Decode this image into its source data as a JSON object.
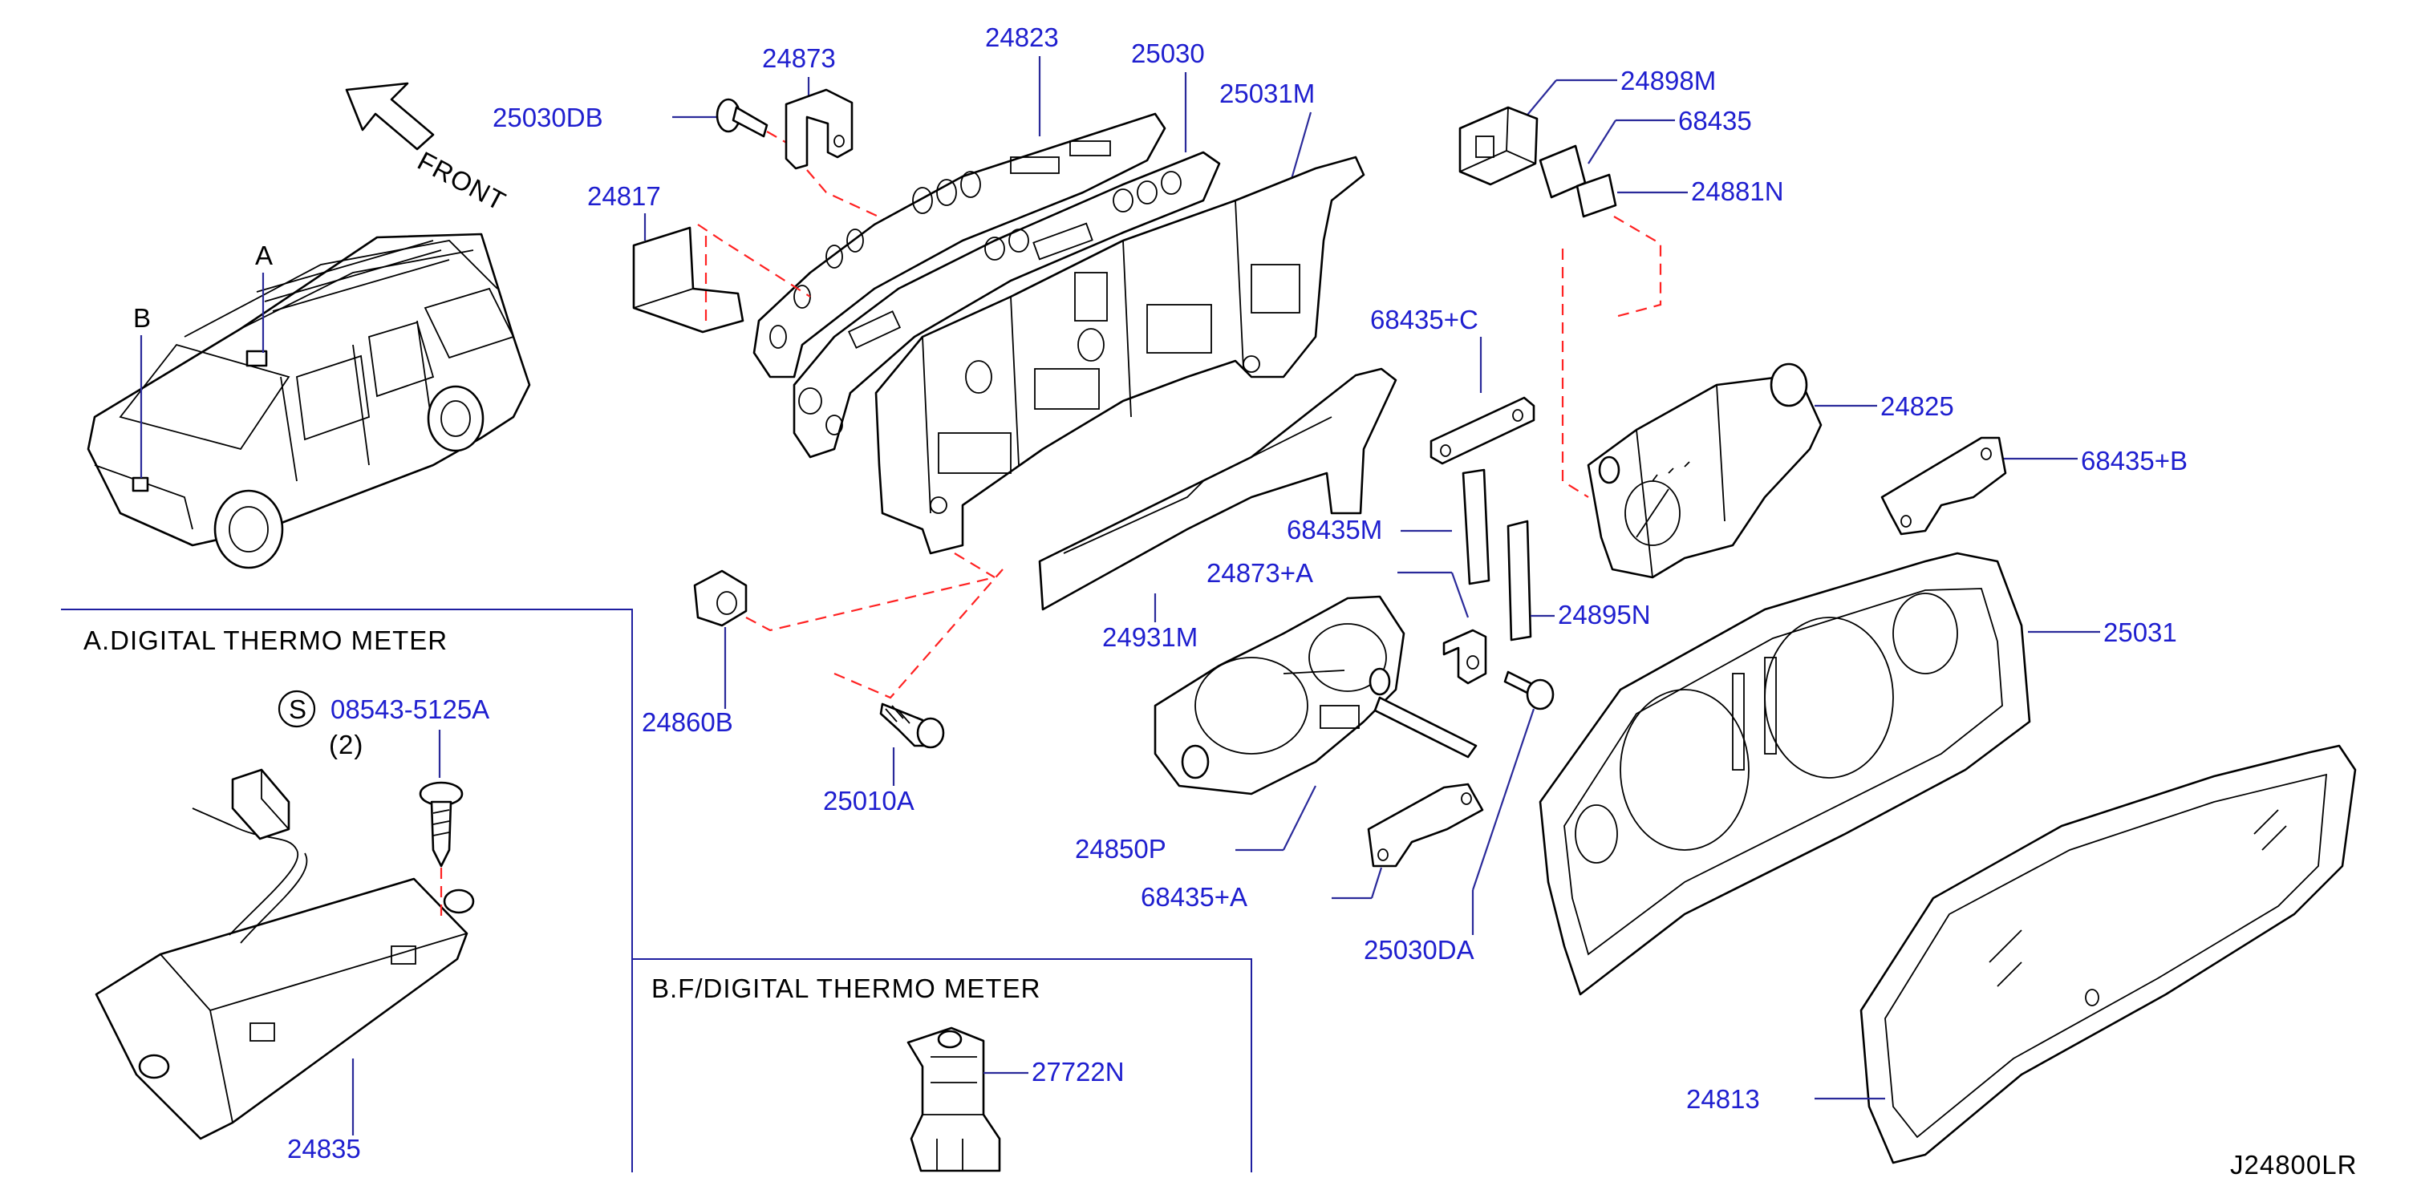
{
  "diagram_id": "J24800LR",
  "front_label": "FRONT",
  "view_markers": {
    "a": "A",
    "b": "B"
  },
  "sections": {
    "a_title": "A.DIGITAL THERMO METER",
    "b_title": "B.F/DIGITAL THERMO METER"
  },
  "screw_symbol": "S",
  "screw_qty": "(2)",
  "part_numbers": {
    "p24873": "24873",
    "p24823": "24823",
    "p25030": "25030",
    "p25030DB": "25030DB",
    "p25031M": "25031M",
    "p24898M": "24898M",
    "p68435": "68435",
    "p24881N": "24881N",
    "p24817": "24817",
    "p68435C": "68435+C",
    "p24825": "24825",
    "p68435B": "68435+B",
    "p68435M": "68435M",
    "p24873A": "24873+A",
    "p24895N": "24895N",
    "p25031": "25031",
    "p24931M": "24931M",
    "p24860B": "24860B",
    "p25010A": "25010A",
    "p24850P": "24850P",
    "p68435A": "68435+A",
    "p25030DA": "25030DA",
    "p08543": "08543-5125A",
    "p24835": "24835",
    "p27722N": "27722N",
    "p24813": "24813"
  },
  "colors": {
    "part_number": "#1f1fcf",
    "leader": "#2a2a9a",
    "mounting_dash": "#ff2222",
    "outline": "#000000"
  }
}
